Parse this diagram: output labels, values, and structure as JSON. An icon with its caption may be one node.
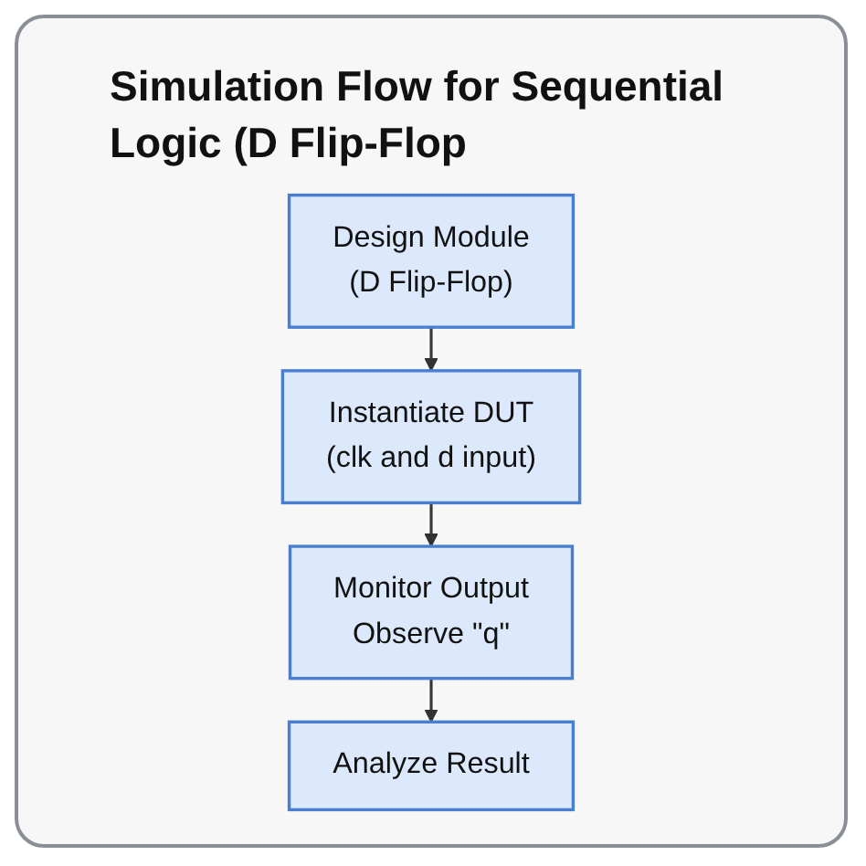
{
  "diagram": {
    "title": "Simulation Flow for Sequential Logic (D Flip-Flop",
    "nodes": [
      {
        "text": [
          "Design Module",
          "(D Flip-Flop)"
        ]
      },
      {
        "text": [
          "Instantiate DUT",
          "(clk and d input)"
        ]
      },
      {
        "text": [
          "Monitor Output",
          "Observe \"q\""
        ]
      },
      {
        "text": [
          "Analyze Result"
        ]
      }
    ],
    "edges": [
      {
        "from": 0,
        "to": 1,
        "arrow": "to"
      },
      {
        "from": 1,
        "to": 2,
        "arrow": "to"
      },
      {
        "from": 2,
        "to": 3,
        "arrow": "to"
      }
    ]
  }
}
